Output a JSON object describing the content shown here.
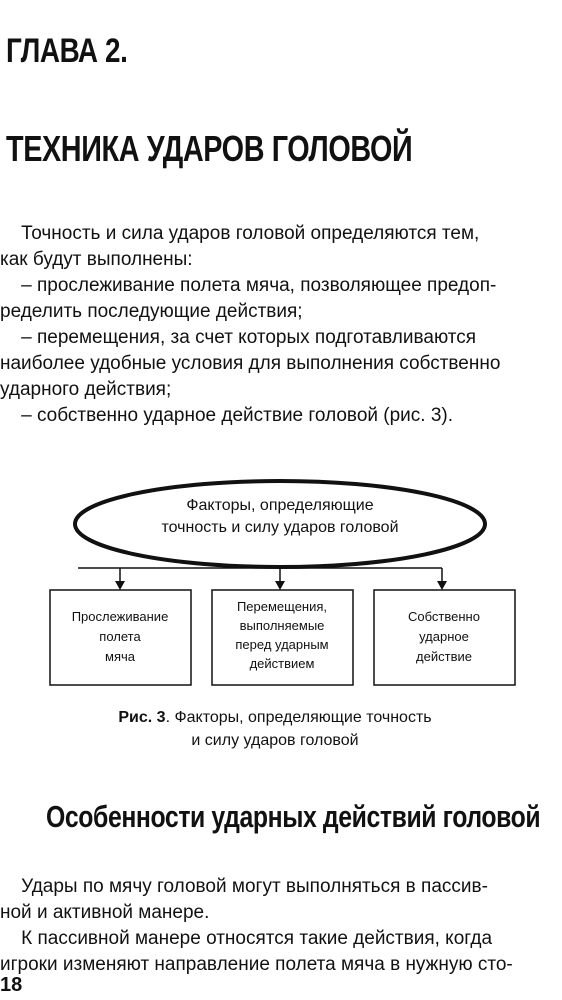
{
  "chapter_label": "ГЛАВА 2.",
  "chapter_title": "ТЕХНИКА УДАРОВ ГОЛОВОЙ",
  "intro_text": "    Точность и сила ударов головой определяются тем,\nкак будут выполнены:\n    – прослеживание полета мяча, позволяющее предоп-\nределить последующие действия;\n    – перемещения, за счет которых подготавливаются\nнаиболее удобные условия для выполнения собственно\nударного действия;\n    – собственно ударное действие головой (рис. 3).",
  "diagram": {
    "ellipse_line1": "Факторы, определяющие",
    "ellipse_line2": "точность и силу ударов головой",
    "boxes": [
      {
        "lines": [
          "Прослеживание",
          "полета",
          "мяча"
        ]
      },
      {
        "lines": [
          "Перемещения,",
          "выполняемые",
          "перед ударным",
          "действием"
        ]
      },
      {
        "lines": [
          "Собственно",
          "ударное",
          "действие"
        ]
      }
    ]
  },
  "caption": {
    "label": "Рис. 3",
    "text_line1": ". Факторы, определяющие точность",
    "text_line2": "и силу ударов головой"
  },
  "section_title": "Особенности ударных действий головой",
  "section_text": "    Удары по мячу головой могут выполняться в пассив-\nной и активной манере.\n    К пассивной манере относятся такие действия, когда\nигроки изменяют направление полета мяча в нужную сто-",
  "page_number": "18"
}
